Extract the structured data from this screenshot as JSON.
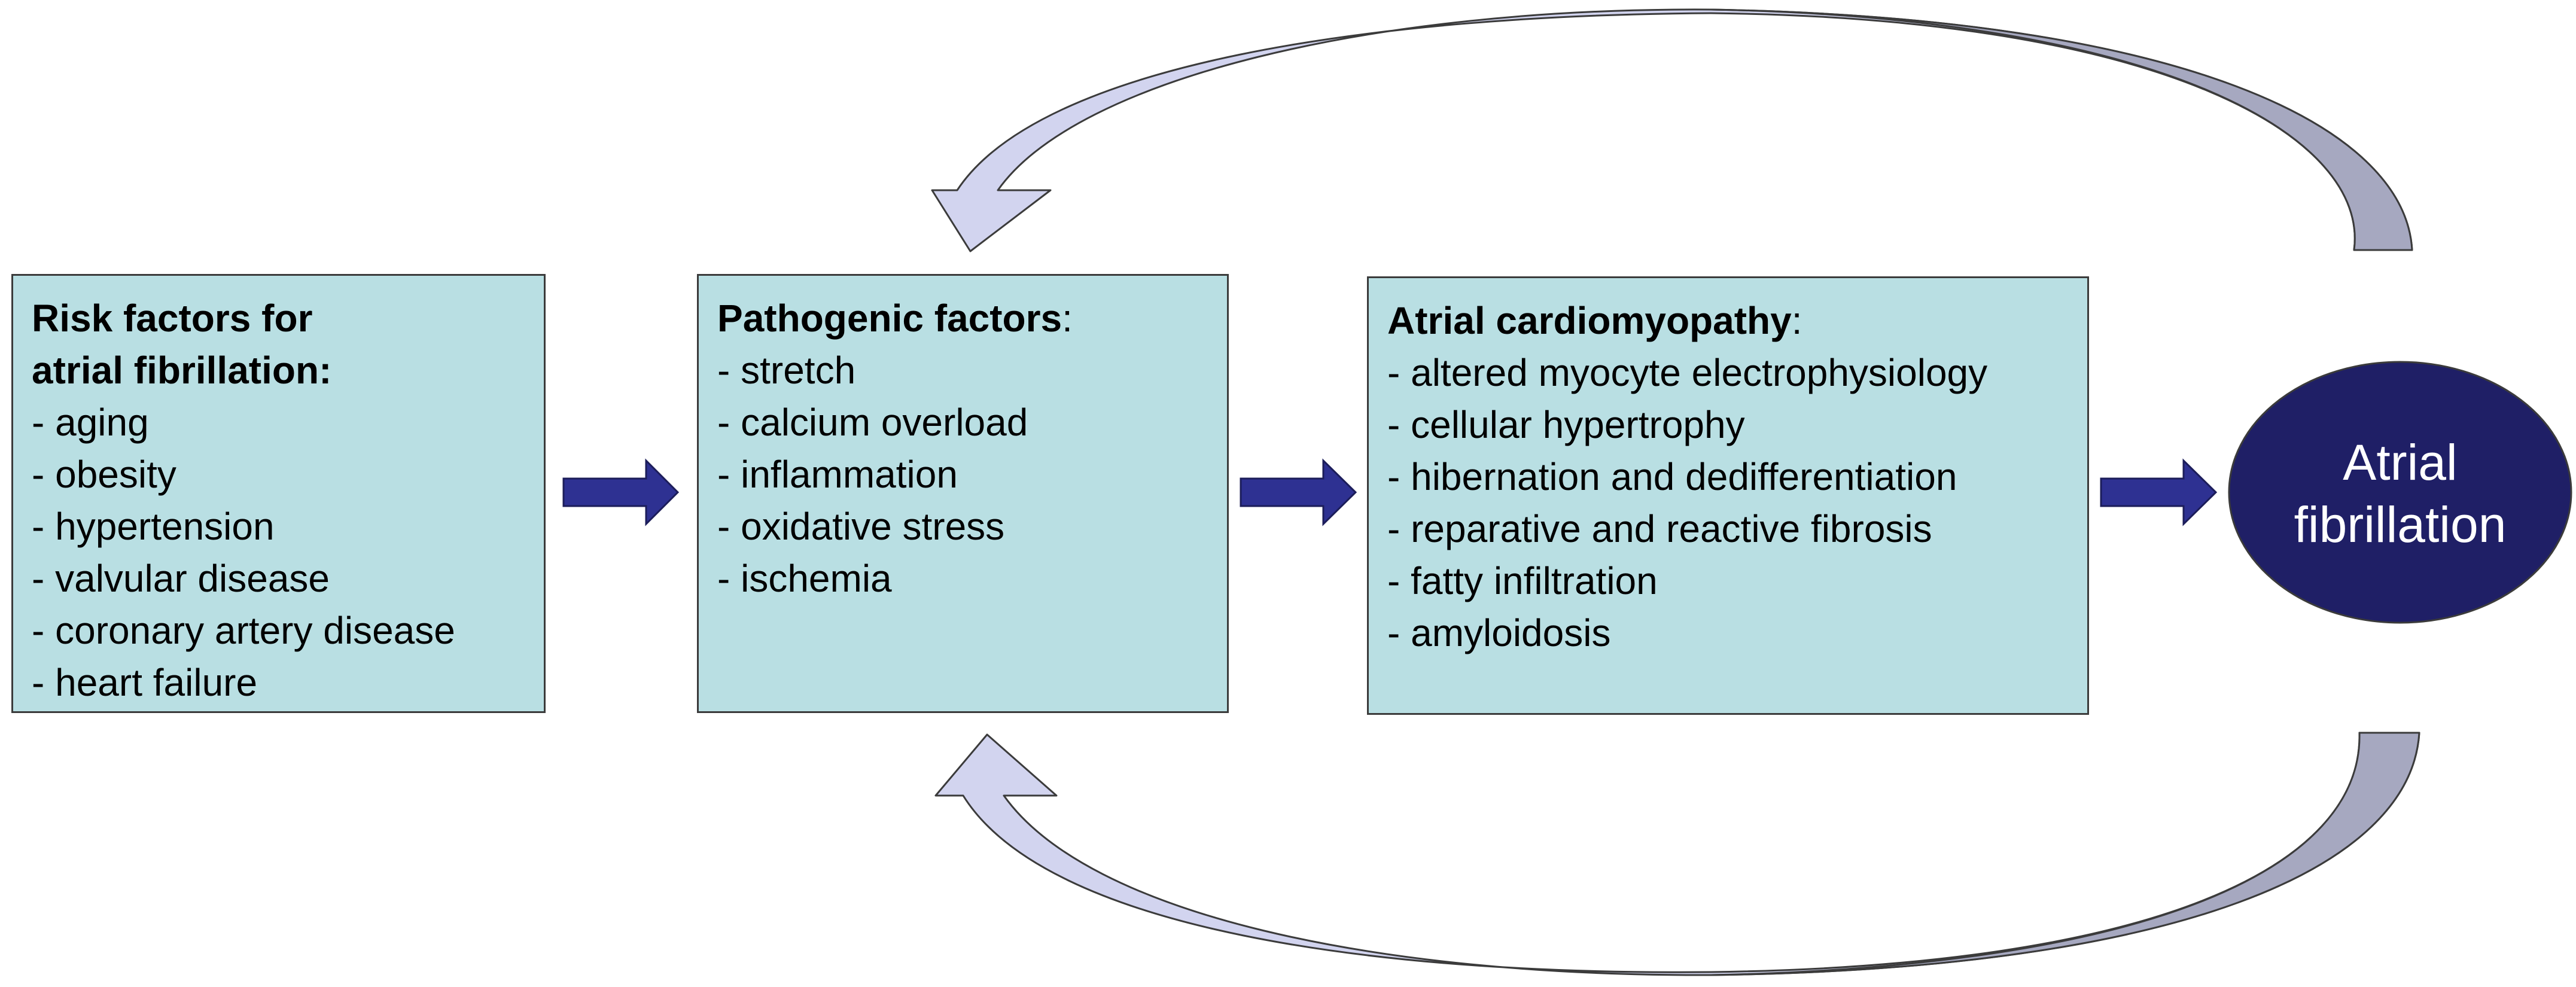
{
  "colors": {
    "box_fill": "#b9dfe3",
    "box_border": "#3b3b3b",
    "arrow_fill": "#2e3192",
    "ellipse_fill": "#1f1f66",
    "feedback_arrow_light": "#d2d4ef",
    "feedback_arrow_dark": "#a6a8c0"
  },
  "boxes": {
    "risk": {
      "title": "Risk factors for\natrial fibrillation:",
      "items": [
        "- aging",
        "- obesity",
        "- hypertension",
        "- valvular disease",
        "- coronary artery disease",
        "- heart failure"
      ]
    },
    "pathogenic": {
      "title": "Pathogenic factors",
      "title_suffix": ":",
      "items": [
        "- stretch",
        "- calcium overload",
        "- inflammation",
        "- oxidative stress",
        "- ischemia"
      ]
    },
    "cardiomyopathy": {
      "title": "Atrial cardiomyopathy",
      "title_suffix": ":",
      "items": [
        "- altered myocyte electrophysiology",
        "- cellular hypertrophy",
        "- hibernation and dedifferentiation",
        "- reparative and reactive fibrosis",
        "- fatty infiltration",
        "- amyloidosis"
      ]
    }
  },
  "outcome": {
    "label": "Atrial\nfibrillation"
  }
}
